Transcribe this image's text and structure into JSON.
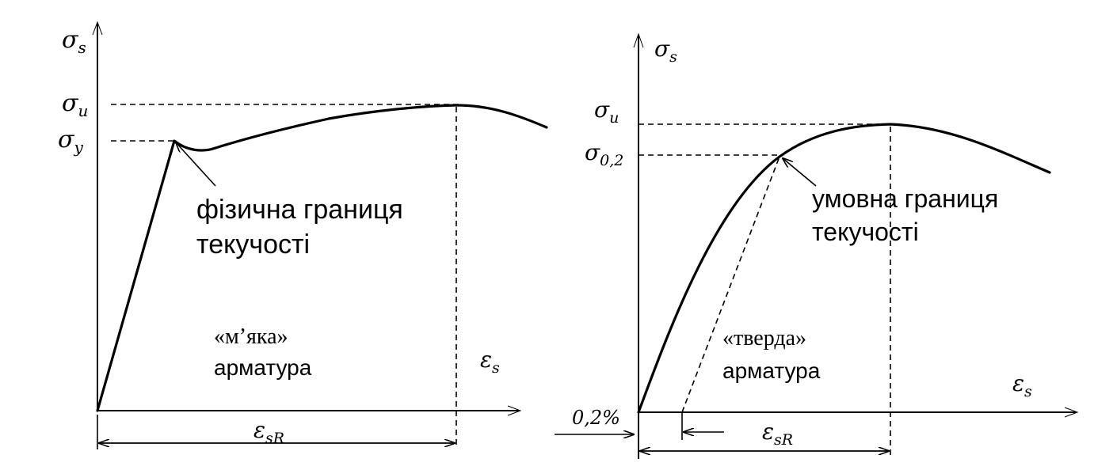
{
  "left_diagram": {
    "y_label": "σ",
    "y_label_sub": "s",
    "tick_u": "σ",
    "tick_u_sub": "u",
    "tick_y": "σ",
    "tick_y_sub": "y",
    "annotation_line1": "фізична границя",
    "annotation_line2": "текучості",
    "type_line1": "«м’яка»",
    "type_line2": "арматура",
    "x_label": "ε",
    "x_label_sub": "s",
    "span_label": "ε",
    "span_label_sub": "sR"
  },
  "right_diagram": {
    "y_label": "σ",
    "y_label_sub": "s",
    "tick_u": "σ",
    "tick_u_sub": "u",
    "tick_02": "σ",
    "tick_02_sub": "0,2",
    "annotation_line1": "умовна границя",
    "annotation_line2": "текучості",
    "type_line1": "«тверда»",
    "type_line2": "арматура",
    "x_label": "ε",
    "x_label_sub": "s",
    "offset_label": "0,2%",
    "span_label": "ε",
    "span_label_sub": "sR"
  }
}
